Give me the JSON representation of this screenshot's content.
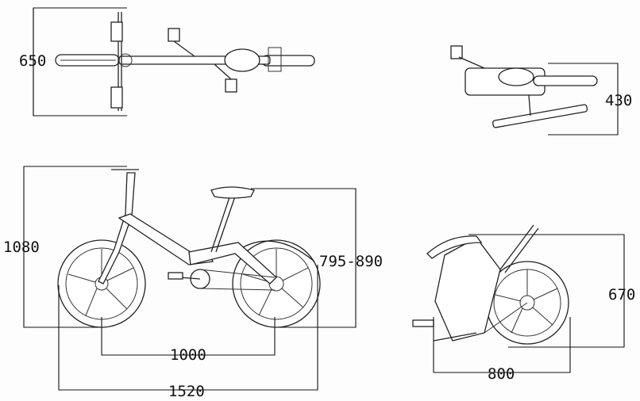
{
  "diagram": {
    "dimensions": {
      "top_view_width": "650",
      "folded_top_width": "430",
      "height": "1080",
      "seat_height": "795-890",
      "wheelbase": "1000",
      "length": "1520",
      "folded_height": "670",
      "folded_length": "800"
    }
  }
}
